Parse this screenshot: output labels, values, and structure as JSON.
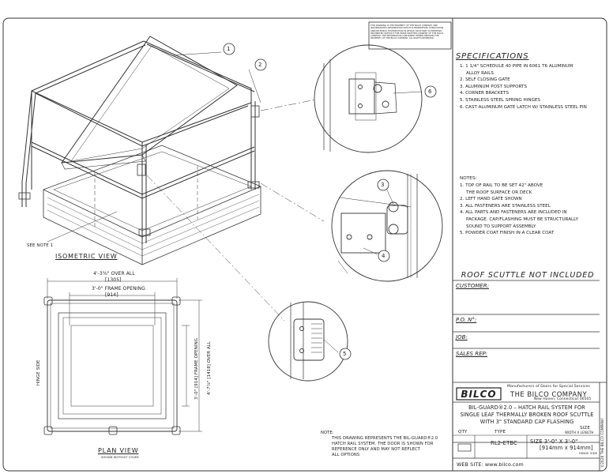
{
  "copyright": "THIS DRAWING IS THE PROPERTY OF THE BILCO COMPANY AND INCORPORATES INFORMATION WHICH IS PROPRIETARY. PUBLICATION AND/OR PUBLIC DISTRIBUTION IN WHOLE OR IN PART IS EXPRESSLY PROHIBITED WITHOUT THE PRIOR WRITTEN CONSENT OF THE BILCO COMPANY. THE INFORMATION CONTAINED HEREIN REMAINS THE PROPERTY OF THE BILCO COMPANY. ALL RIGHTS RESERVED.",
  "specifications": {
    "title": "SPECIFICATIONS",
    "items": [
      "1. 1 1/4\" SCHEDULE 40 PIPE IN 6061 T6 ALUMINUM",
      "ALLOY RAILS",
      "2. SELF CLOSING GATE",
      "3. ALUMINUM POST SUPPORTS",
      "4. CORNER BRACKETS",
      "5. STAINLESS STEEL SPRING HINGES",
      "6. CAST ALUMINUM GATE LATCH W/ STAINLESS STEEL PIN"
    ]
  },
  "notes": {
    "title": "NOTES:",
    "items": [
      "1. TOP OF RAIL TO BE SET 42\" ABOVE",
      "THE ROOF SURFACE OR DECK",
      "2. LEFT HAND GATE SHOWN",
      "3. ALL FASTENERS ARE STAINLESS STEEL",
      "4. ALL PARTS AND FASTENERS ARE INCLUDED IN",
      "PACKAGE. CAP/FLASHING MUST BE STRUCTURALLY",
      "SOUND TO SUPPORT ASSEMBLY",
      "5. POWDER COAT FINISH IN A CLEAR COAT"
    ]
  },
  "roof_scuttle_note": "ROOF SCUTTLE NOT INCLUDED",
  "fields": {
    "customer": "CUSTOMER:",
    "po": "P.O. N°:",
    "job": "JOB:",
    "sales_rep": "SALES REP:"
  },
  "titleblock": {
    "manufacturer": "Manufacturers of Doors for Special Services",
    "logo": "BILCO",
    "company": "THE BILCO COMPANY",
    "address": "New Haven, Connecticut 06505",
    "product_line1": "BIL-GUARD®2.0 – HATCH RAIL SYSTEM FOR",
    "product_line2": "SINGLE LEAF THERMALLY BROKEN ROOF SCUTTLE",
    "product_line3": "WITH 3\" STANDARD CAP FLASHING",
    "qty_label": "QTY",
    "type_label": "TYPE",
    "size_label": "SIZE",
    "size_sub": "WIDTH x LENGTH",
    "type_value": "RL2-ETBC",
    "size_value1": "SIZE 3'-0\" x 3'-0\"",
    "size_value2": "[914mm x 914mm]",
    "hinge_side": "HINGE SIDE",
    "website": "WEB SITE: www.bilco.com",
    "side_text": "©2020 THE BILCO COMPANY"
  },
  "drawing_note": {
    "label": "NOTE:",
    "lines": [
      "THIS DRAWING REPRESENTS THE BIL-GUARD®2.0",
      "HATCH RAIL SYSTEM. THE DOOR IS SHOWN FOR",
      "REFERENCE ONLY AND MAY NOT REFLECT",
      "ALL OPTIONS"
    ]
  },
  "views": {
    "isometric": "ISOMETRIC VIEW",
    "see_note": "SEE NOTE 1",
    "plan": "PLAN VIEW",
    "plan_sub": "SHOWN WITHOUT COVER"
  },
  "dimensions": {
    "overall_w": "4'-3⅜\" OVER ALL",
    "overall_w_mm": "[1305]",
    "frame_w": "3'-0\" FRAME OPENING",
    "frame_w_mm": "[914]",
    "frame_h": "3'-0\" [914] FRAME OPENING",
    "overall_h": "4'-7⅞\" [1418] OVER ALL",
    "hinge_side": "HINGE SIDE"
  },
  "callouts": [
    "1",
    "2",
    "3",
    "4",
    "5",
    "6"
  ]
}
